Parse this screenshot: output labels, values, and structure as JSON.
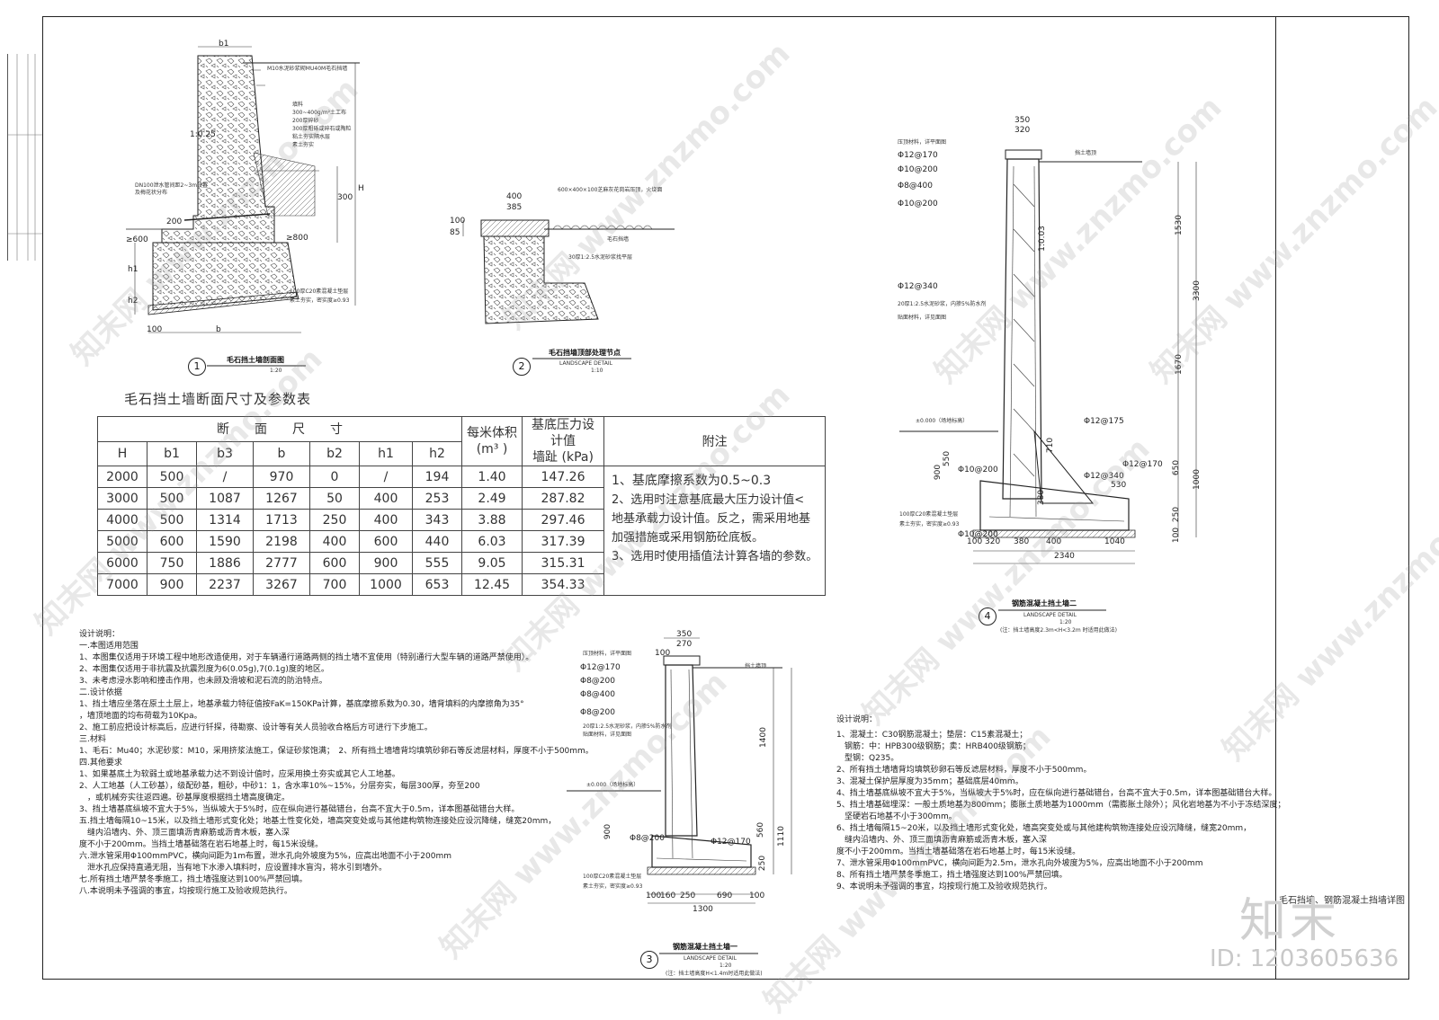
{
  "detail1": {
    "title": "毛石挡土墙剖面图",
    "number": "1",
    "scale": "1:20",
    "labels": {
      "b1": "b1",
      "b": "b",
      "h1": "h1",
      "h2": "h2",
      "H": "H",
      "d100": "100",
      "d200": "200",
      "d300": "300",
      "d600": "≥600",
      "d800": "≥800",
      "slope": "1:0.25",
      "note_top": "M10水泥砂浆砌MU40M毛石挡墙",
      "note_layer1": "填料",
      "note_layer2": "300~400g/m²土工布",
      "note_layer3": "200厚碎砂",
      "note_layer4": "300厚粗砾或碎石或陶粒",
      "note_layer5": "粘土夯实隔水层",
      "note_layer6": "素土夯实",
      "note_drain": "DN100泄水管间距2~3m设置",
      "note_drain2": "及梅花状分布",
      "note_base": "100厚C20素混凝土垫层",
      "note_base2": "素土夯实，密实度≥0.93"
    }
  },
  "detail2": {
    "title": "毛石挡墙顶部处理节点",
    "subtitle": "LANDSCAPE DETAIL",
    "number": "2",
    "scale": "1:10",
    "labels": {
      "d400": "400",
      "d385": "385",
      "d100": "100",
      "d85": "85",
      "cap": "600×400×100芝麻灰花岗岩压顶，火烧面",
      "wall": "毛石挡墙",
      "mortar": "30厚1:2.5水泥砂浆找平层"
    }
  },
  "table": {
    "title": "毛石挡土墙断面尺寸及参数表",
    "header_group": "断　　面　　尺　　寸",
    "col_volume_1": "每米体积",
    "col_volume_2": "(m³ )",
    "col_pressure_1": "基底压力设计值",
    "col_pressure_2": "墙趾 (kPa)",
    "col_remark": "附注",
    "columns": [
      "H",
      "b1",
      "b3",
      "b",
      "b2",
      "h1",
      "h2"
    ],
    "rows": [
      [
        "2000",
        "500",
        "/",
        "970",
        "0",
        "/",
        "194",
        "1.40",
        "147.26"
      ],
      [
        "3000",
        "500",
        "1087",
        "1267",
        "50",
        "400",
        "253",
        "2.49",
        "287.82"
      ],
      [
        "4000",
        "500",
        "1314",
        "1713",
        "250",
        "400",
        "343",
        "3.88",
        "297.46"
      ],
      [
        "5000",
        "600",
        "1590",
        "2198",
        "400",
        "600",
        "440",
        "6.03",
        "317.39"
      ],
      [
        "6000",
        "750",
        "1886",
        "2777",
        "600",
        "900",
        "555",
        "9.05",
        "315.31"
      ],
      [
        "7000",
        "900",
        "2237",
        "3267",
        "700",
        "1000",
        "653",
        "12.45",
        "354.33"
      ]
    ],
    "remarks": [
      "1、基底摩擦系数为0.5~0.3",
      "2、选用时注意基底最大压力设计值<",
      "地基承载力设计值。反之，需采用地基",
      "加强措施或采用钢筋砼底板。",
      "3、选用时使用插值法计算各墙的参数。"
    ]
  },
  "notes_left": [
    "设计说明：",
    "一.本图适用范围",
    "1、本图集仅适用于环境工程中地形改造使用，对于车辆通行道路两侧的挡土墙不宜使用（特别通行大型车辆的道路严禁使用）。",
    "2、本图集仅适用于非抗震及抗震烈度为6(0.05g),7(0.1g)度的地区。",
    "3、未考虑浸水影响和撞击作用，也未顾及滑坡和泥石流的防治特点。",
    "二.设计依据",
    "1、挡土墙应坐落在原土土层上，地基承载力特征值按FaK=150KPa计算，基底摩擦系数为0.30，墙背填料的内摩擦角为35°",
    "，墙顶地面的均布荷载为10Kpa。",
    "2、施工前应把设计标高后，应进行钎探，待勘察、设计等有关人员验收合格后方可进行下步施工。",
    "三.材料",
    "1、毛石：Mu40；水泥砂浆：M10，采用挤浆法施工，保证砂浆饱满；　2、所有挡土墙墙背均填筑砂卵石等反滤层材料，厚度不小于500mm。",
    "四.其他要求",
    "1、如果基底土为软弱土或地基承载力达不到设计值时，应采用换土夯实或其它人工地基。",
    "2、人工地基（人工砂基），级配砂基，粗砂，中砂1：1，含水率10%~15%，分层夯实，每层300厚，夯至200",
    "　，或机械夯实往返四遍。砂基厚度根据挡土墙高度确定。",
    "3、挡土墙基底纵坡不宜大于5%，当纵坡大于5%时，应在纵向进行基础错台，台高不宜大于0.5m，详本图基础错台大样。",
    "五.挡土墙每隔10~15米，以及挡土墙形式变化处；地基土性变化处，墙高突变处或与其他建构筑物连接处应设沉降缝，缝宽20mm，",
    "　缝内沿墙内、外、顶三面填沥青麻筋或沥青木板，塞入深",
    "度不小于200mm。当挡土墙基础落在岩石地基上时，每15米设缝。",
    "六.泄水管采用Φ100mmPVC，横向间距为1m布置，泄水孔向外坡度为5%，应高出地面不小于200mm",
    "　泄水孔应保持直通无阻，当有地下水渗入填料时，应设置排水盲沟，将水引到墙外。",
    "七.所有挡土墙严禁冬季施工，挡土墙强度达到100%严禁回填。",
    "八.本说明未予强调的事宜，均按现行施工及验收规范执行。"
  ],
  "notes_right": [
    "设计说明：",
    "1、混凝土：C30钢筋混凝土；垫层：C15素混凝土；",
    "　钢筋：中：HPB300级钢筋；卖：HRB400级钢筋；",
    "　型钢：Q235。",
    "2、所有挡土墙墙背均填筑砂卵石等反滤层材料，厚度不小于500mm。",
    "3、混凝土保护层厚度为35mm；基础底层40mm。",
    "4、挡土墙基底纵坡不宜大于5%，当纵坡大于5%时，应在纵向进行基础错台，台高不宜大于0.5m，详本图基础错台大样。",
    "5、挡土墙基础埋深：一般土质地基为800mm；膨胀土质地基为1000mm（需膨胀土除外）；风化岩地基为不小于冻结深度；",
    "　坚硬岩石地基不小于300mm。",
    "6、挡土墙每隔15~20米，以及挡土墙形式变化处，墙高突变处或与其他建构筑物连接处应设沉降缝，缝宽20mm，",
    "　缝内沿墙内、外、顶三面填沥青麻筋或沥青木板，塞入深",
    "度不小于200mm。当挡土墙基础落在岩石地基上时，每15米设缝。",
    "7、泄水管采用Φ100mmPVC，横向间距为2.5m，泄水孔向外坡度为5%，应高出地面不小于200mm",
    "8、所有挡土墙严禁冬季施工，挡土墙强度达到100%严禁回填。",
    "9、本说明未予强调的事宜，均按现行施工及验收规范执行。"
  ],
  "detail3": {
    "title": "钢筋混凝土挡土墙一",
    "subtitle": "LANDSCAPE DETAIL",
    "number": "3",
    "scale": "1:20",
    "note": "(注：挡土墙高度H<1.4m时适用此做法)",
    "labels": {
      "d350": "350",
      "d270": "270",
      "d100": "100",
      "top": "压顶材料，详平面图",
      "r1": "Φ12@170",
      "r2": "Φ8@200",
      "r3": "Φ8@400",
      "r4": "Φ8@200",
      "r5": "Φ8@200",
      "r6": "Φ12@170",
      "mortar": "20厚1:2.5水泥砂浆，内掺5%防水剂",
      "facing": "贴面材料，详见面图",
      "grade": "±0.000（场地标高）",
      "ground": "挡土墙顶",
      "base": "100厚C20素混凝土垫层",
      "soil": "素土夯实，密实度≥0.93",
      "dims_bottom": [
        "100",
        "160",
        "250",
        "690",
        "100"
      ],
      "dim_total": "1300",
      "dim_1400": "1400",
      "dim_900": "900",
      "dim_560": "560",
      "dim_1110": "1110",
      "dim_250": "250"
    }
  },
  "detail4": {
    "title": "钢筋混凝土挡土墙二",
    "subtitle": "LANDSCAPE DETAIL",
    "number": "4",
    "scale": "1:20",
    "note": "(注：挡土墙高度2.3m<H<3.2m 时适用此做法)",
    "labels": {
      "d350": "350",
      "d320": "320",
      "top": "压顶材料，详平面图",
      "r1": "Φ12@170",
      "r2": "Φ10@200",
      "r3": "Φ8@400",
      "r4": "Φ10@200",
      "r5": "Φ12@340",
      "r6": "Φ12@175",
      "r7": "Φ10@200",
      "r8": "Φ12@340",
      "r9": "Φ12@170",
      "r10": "Φ10@200",
      "mortar": "20厚1:2.5水泥砂浆，内掺5%防水剂",
      "facing": "贴面材料，详见面图",
      "grade": "±0.000（场地标高）",
      "ground": "挡土墙顶",
      "base": "100厚C20素混凝土垫层",
      "soil": "素土夯实，密实度≥0.93",
      "dim_1530": "1530",
      "dim_3300": "3300",
      "dim_1670": "1670",
      "dim_650": "650",
      "dim_1000": "1000",
      "dim_250": "250",
      "dim_100": "100",
      "dim_900": "900",
      "dim_550": "550",
      "dim_710": "710",
      "dim_530": "530",
      "dim_380": "380",
      "slope": "1:0.03",
      "dims_bottom": [
        "100",
        "320",
        "380",
        "400",
        "1040"
      ],
      "dim_total": "2340"
    }
  },
  "title_block": {
    "sheet_name": "毛石挡墙、钢筋混凝土挡墙详图",
    "brand": "知末",
    "id": "ID: 1203605636"
  },
  "watermark": "知末网 www.znzmo.com"
}
